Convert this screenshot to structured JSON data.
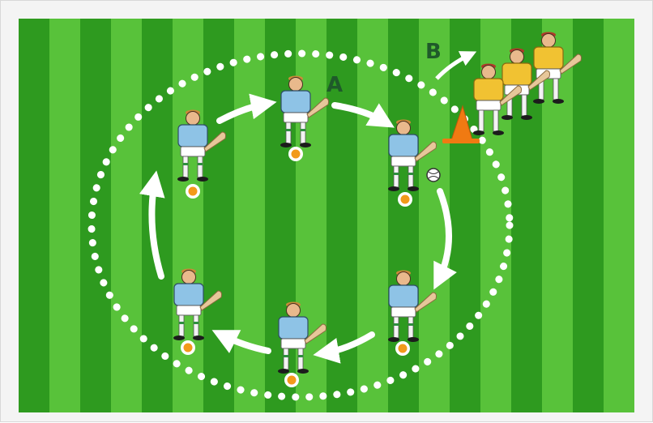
{
  "diagram": {
    "label_a": "A",
    "label_b": "B"
  },
  "colors": {
    "grass_dark": "#2e9a1f",
    "grass_light": "#58c23a",
    "label_green": "#1f5a2a",
    "team_a_jersey": "#8ec3e6",
    "team_b_jersey": "#f1c232",
    "cone": "#f07a12",
    "marker": "#f29a1a"
  },
  "players": {
    "circle_team": [
      {
        "id": "player-top-left"
      },
      {
        "id": "player-top"
      },
      {
        "id": "player-right-upper"
      },
      {
        "id": "player-right-lower"
      },
      {
        "id": "player-bottom"
      },
      {
        "id": "player-bottom-left"
      }
    ],
    "waiting_team": [
      {
        "id": "waiting-player-1"
      },
      {
        "id": "waiting-player-2"
      },
      {
        "id": "waiting-player-3"
      }
    ]
  }
}
